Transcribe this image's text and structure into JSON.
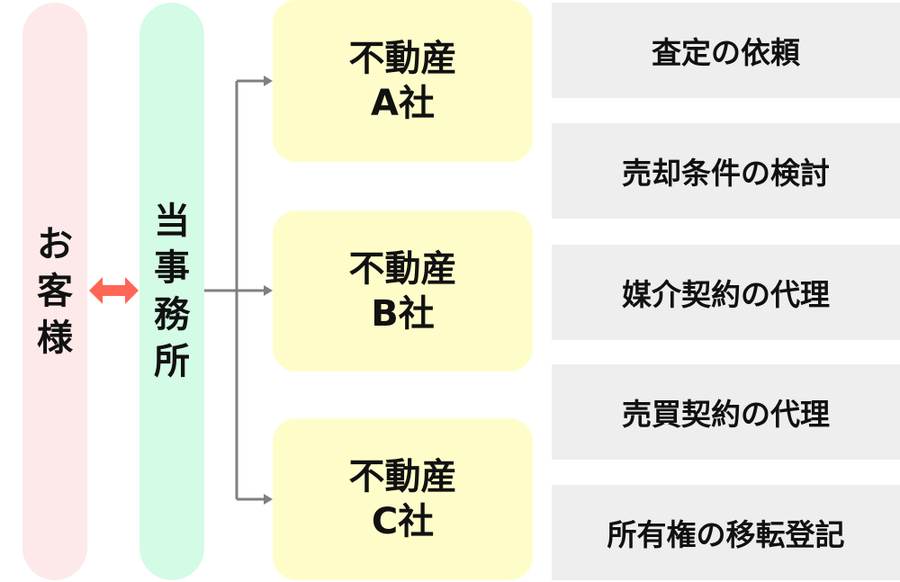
{
  "customer": {
    "chars": [
      "お",
      "客",
      "様"
    ]
  },
  "office": {
    "chars": [
      "当",
      "事",
      "務",
      "所"
    ]
  },
  "companies": [
    {
      "line1": "不動産",
      "line2": "A社"
    },
    {
      "line1": "不動産",
      "line2": "B社"
    },
    {
      "line1": "不動産",
      "line2": "C社"
    }
  ],
  "services": [
    "査定の依頼",
    "売却条件の検討",
    "媒介契約の代理",
    "売買契約の代理",
    "所有権の移転登記"
  ],
  "colors": {
    "customer": "#fde9e9",
    "office": "#d4fbe5",
    "company": "#fefdca",
    "service": "#eeeeee",
    "arrow": "#ff6655",
    "line": "#808080"
  }
}
